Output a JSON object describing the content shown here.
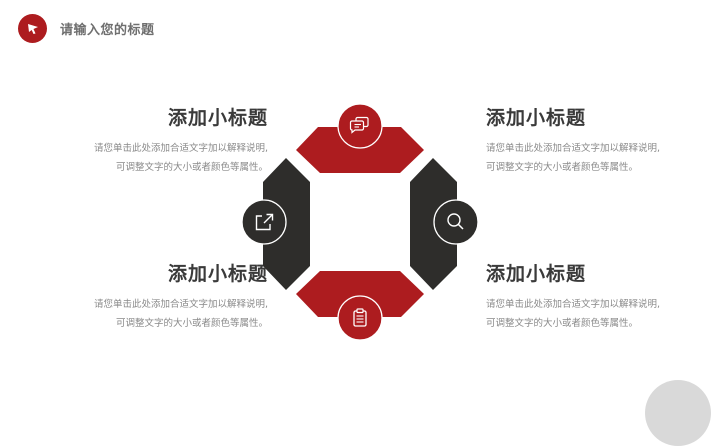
{
  "header": {
    "title": "请输入您的标题",
    "logo_icon": "paper-plane-icon"
  },
  "colors": {
    "accent_red": "#ad1c1f",
    "dark": "#2e2d2b",
    "title_text": "#3a3a3a",
    "desc_text": "#8a8a8a",
    "header_text": "#6f6f6f",
    "corner_circle": "#d9d9d9"
  },
  "blocks": [
    {
      "position": "top-left",
      "title": "添加小标题",
      "desc_line1": "请您单击此处添加合适文字加以解释说明,",
      "desc_line2": "可调整文字的大小或者颜色等属性。"
    },
    {
      "position": "top-right",
      "title": "添加小标题",
      "desc_line1": "请您单击此处添加合适文字加以解释说明,",
      "desc_line2": "可调整文字的大小或者颜色等属性。"
    },
    {
      "position": "bottom-left",
      "title": "添加小标题",
      "desc_line1": "请您单击此处添加合适文字加以解释说明,",
      "desc_line2": "可调整文字的大小或者颜色等属性。"
    },
    {
      "position": "bottom-right",
      "title": "添加小标题",
      "desc_line1": "请您单击此处添加合适文字加以解释说明,",
      "desc_line2": "可调整文字的大小或者颜色等属性。"
    }
  ],
  "diagram": {
    "icons": [
      {
        "position": "top",
        "name": "chat-bubbles-icon"
      },
      {
        "position": "left",
        "name": "external-link-icon"
      },
      {
        "position": "right",
        "name": "search-icon"
      },
      {
        "position": "bottom",
        "name": "clipboard-icon"
      }
    ]
  }
}
